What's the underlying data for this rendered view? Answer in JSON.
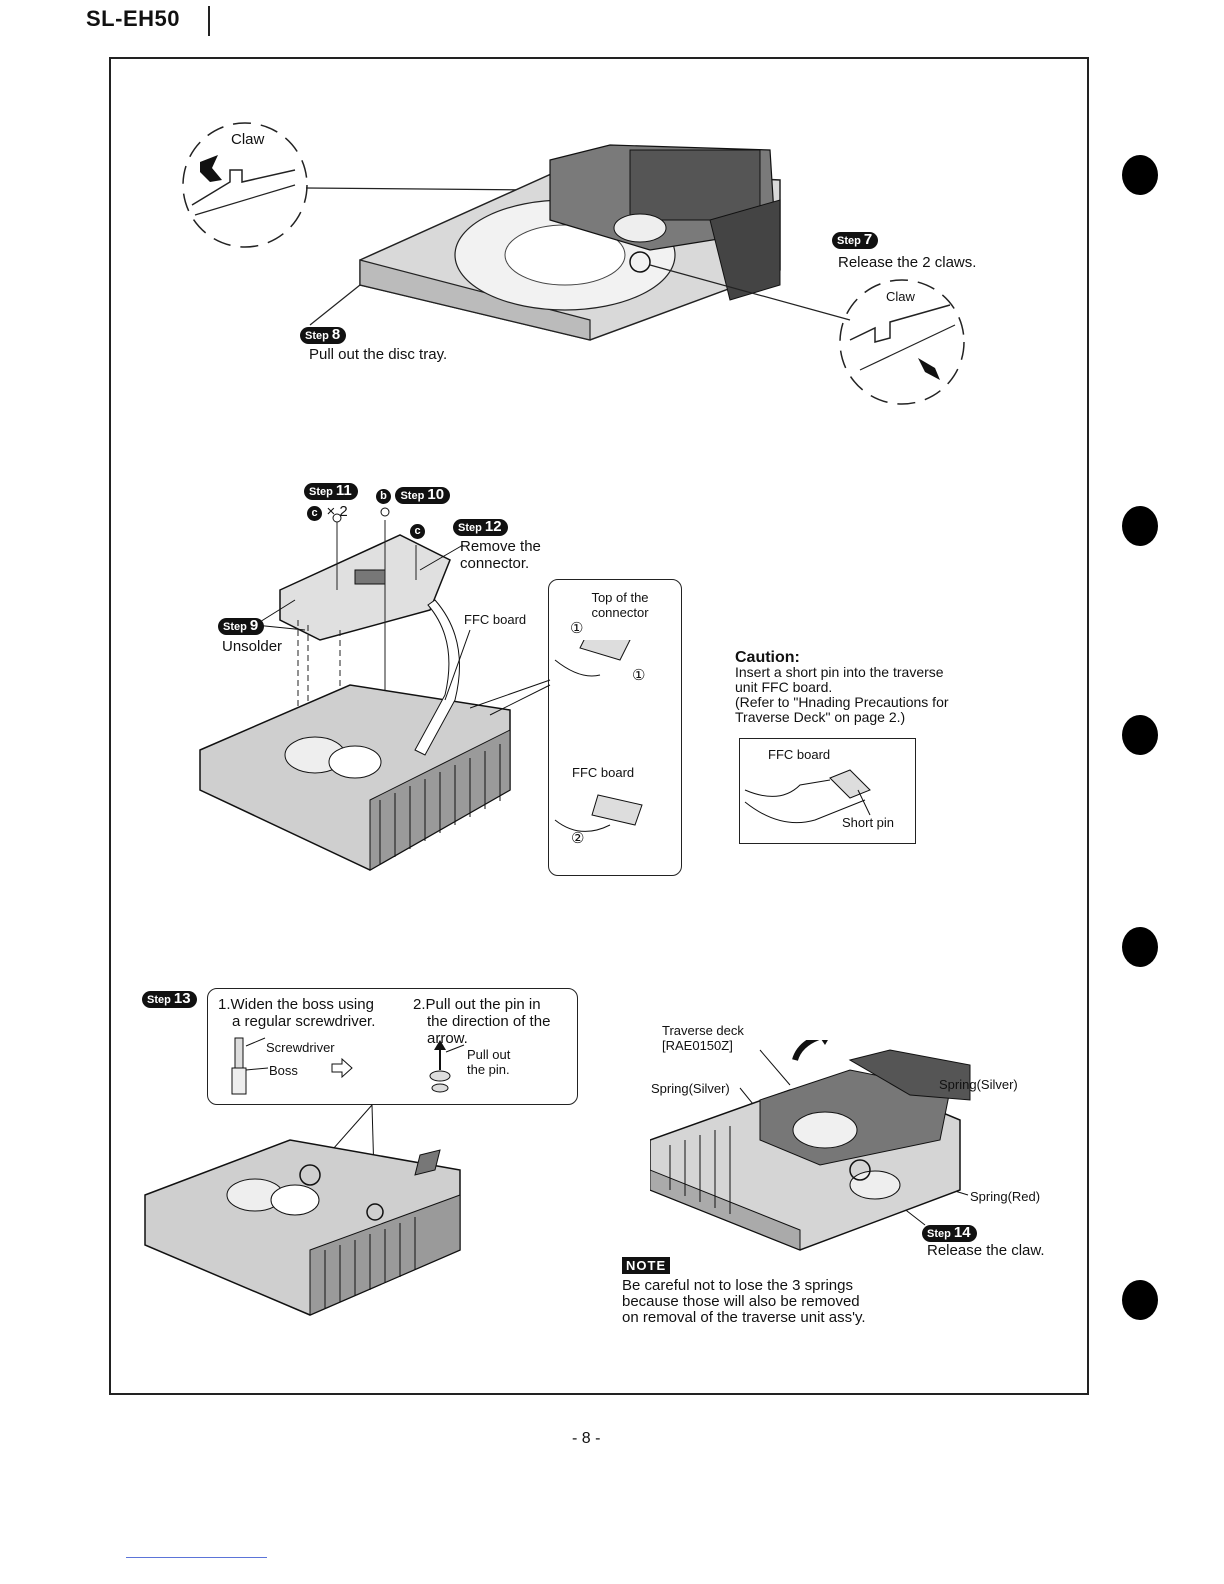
{
  "header": {
    "model": "SL-EH50"
  },
  "top_section": {
    "claw_left": "Claw",
    "step8": {
      "step_word": "Step",
      "num": "8",
      "text": "Pull out the disc tray."
    },
    "step7": {
      "step_word": "Step",
      "num": "7",
      "text": "Release the 2 claws."
    },
    "claw_right": "Claw"
  },
  "middle_section": {
    "step11": {
      "step_word": "Step",
      "num": "11"
    },
    "screw_c": "c",
    "times2": "× 2",
    "screw_b": "b",
    "step10": {
      "step_word": "Step",
      "num": "10"
    },
    "screw_c2": "c",
    "step12": {
      "step_word": "Step",
      "num": "12",
      "text": "Remove the connector."
    },
    "step9": {
      "step_word": "Step",
      "num": "9",
      "text": "Unsolder"
    },
    "ffc_board": "FFC board",
    "inset": {
      "top_title": "Top of the connector",
      "mark1a": "①",
      "mark1b": "①",
      "ffc_board": "FFC board",
      "mark2": "②"
    },
    "caution": {
      "title": "Caution:",
      "line1": "Insert a short pin into the traverse",
      "line2": "unit FFC board.",
      "line3": "(Refer to \"Hnading Precautions for",
      "line4": "Traverse Deck\" on page 2.)",
      "box_ffc": "FFC board",
      "box_pin": "Short pin"
    }
  },
  "bottom_section": {
    "step13": {
      "step_word": "Step",
      "num": "13"
    },
    "box": {
      "item1_line1": "1.Widen the boss using",
      "item1_line2": "a regular screwdriver.",
      "screwdriver": "Screwdriver",
      "boss": "Boss",
      "item2_line1": "2.Pull out the pin in",
      "item2_line2": "the direction of the",
      "item2_line3": "arrow.",
      "pull_out_1": "Pull out",
      "pull_out_2": "the pin."
    },
    "traverse_deck_1": "Traverse deck",
    "traverse_deck_2": "[RAE0150Z]",
    "spring_silver_left": "Spring(Silver)",
    "spring_silver_right": "Spring(Silver)",
    "spring_red": "Spring(Red)",
    "step14": {
      "step_word": "Step",
      "num": "14",
      "text": "Release the claw."
    },
    "note": {
      "badge": "NOTE",
      "line1": "Be careful not to lose the 3 springs",
      "line2": "because those will also be removed",
      "line3": "on removal of the traverse unit ass'y."
    }
  },
  "footer": {
    "page": "- 8 -"
  }
}
